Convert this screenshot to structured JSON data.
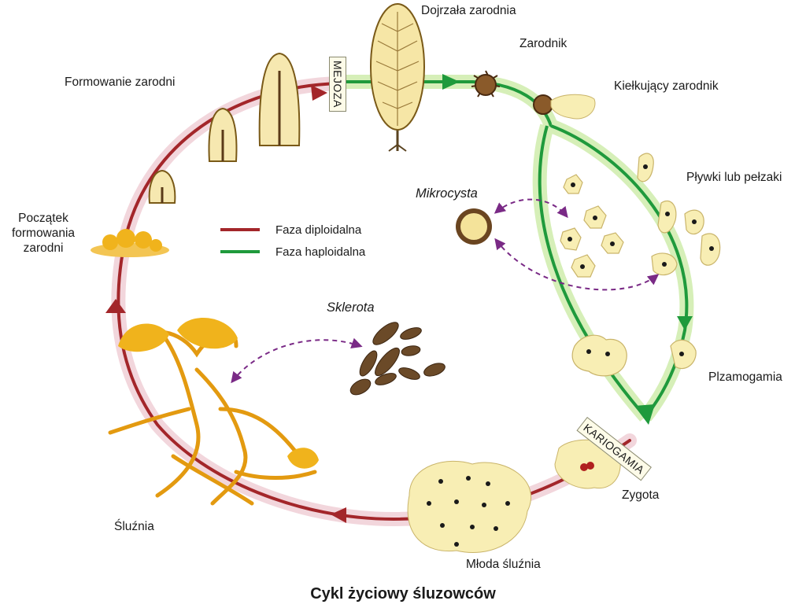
{
  "title": "Cykl życiowy śluzowców",
  "legend": {
    "diploid": {
      "label": "Faza diploidalna",
      "color": "#a3262a"
    },
    "haploid": {
      "label": "Faza haploidalna",
      "color": "#1f9a3c"
    }
  },
  "tags": {
    "meiosis": "MEJOZA",
    "karyogamy": "KARIOGAMIA"
  },
  "labels": {
    "mature_sporangium": "Dojrzała zarodnia",
    "spore": "Zarodnik",
    "germinating_spore": "Kiełkujący zarodnik",
    "swarm_cells": "Pływki lub pełzaki",
    "plasmogamy": "Plzamogamia",
    "zygote": "Zygota",
    "young_plasmodium": "Młoda śluźnia",
    "plasmodium": "Śluźnia",
    "start_sporangium_l1": "Początek",
    "start_sporangium_l2": "formowania",
    "start_sporangium_l3": "zarodni",
    "sporangium_formation": "Formowanie zarodni",
    "microcyst": "Mikrocysta",
    "sclerotia": "Sklerota"
  },
  "colors": {
    "diploid_halo": "#f2d6dc",
    "haploid_halo": "#d6efb8",
    "cell_fill": "#f8eeb4",
    "cell_stroke": "#c9b46a",
    "plasmodium": "#f0b31c",
    "dotted_arrow": "#7a2a86"
  }
}
